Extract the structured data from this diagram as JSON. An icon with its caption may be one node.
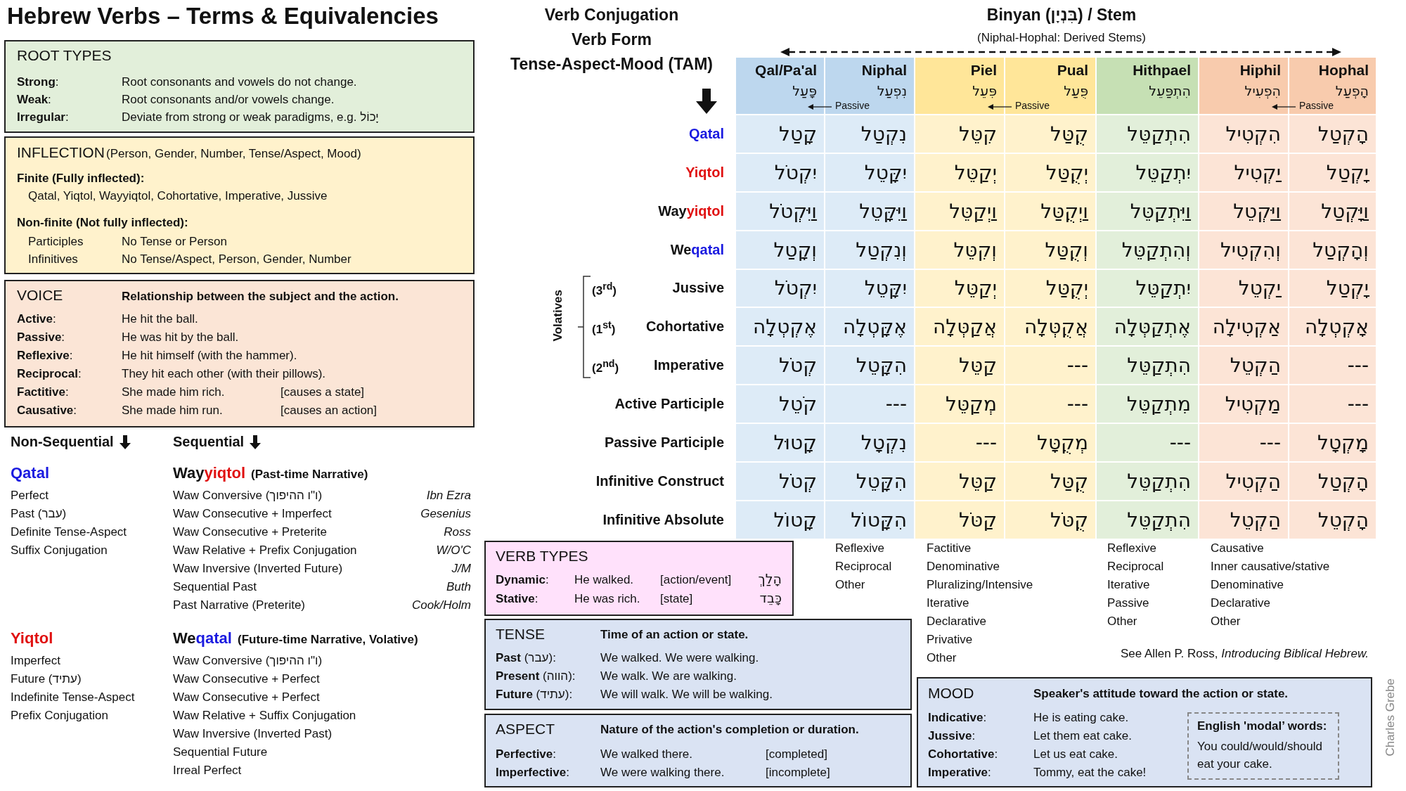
{
  "diagram": {
    "title": "Hebrew Verbs – Terms & Equivalencies",
    "nodes": [
      {
        "text": [
          "ROOT TYPES",
          "**Strong**:",
          "Root consonants and vowels do not change.",
          "**Weak**:",
          "Root consonants and/or vowels change.",
          "**Irregular**:",
          "Deviate from strong or weak paradigms, e.g. יָכוֹל"
        ]
      },
      {
        "text": [
          "INFLECTION",
          "(Person, Gender, Number, Tense/Aspect, Mood)",
          "Finite (Fully inflected):",
          "Qatal, Yiqtol, Wayyiqtol, Cohortative, Imperative, Jussive",
          "Non-finite (Not fully inflected):",
          "Participles",
          "No Tense or Person",
          "Infinitives",
          "No Tense/Aspect, Person, Gender, Number"
        ]
      },
      {
        "text": [
          "VOICE",
          "Relationship between the subject and the action.",
          "**Active**:",
          "He hit the ball.",
          "**Passive**:",
          "He was hit by the ball.",
          "**Reflexive**:",
          "He hit himself (with the hammer).",
          "**Reciprocal**:",
          "They hit each other (with their pillows).",
          "**Factitive**:",
          "She made him rich.",
          "[causes a state]",
          "**Causative**:",
          "She made him run.",
          "[causes an action]"
        ]
      },
      {
        "text": [
          "VERB TYPES",
          "**Dynamic**:",
          "He walked.",
          "[action/event]",
          "הָלַךְ",
          "**Stative**:",
          "He was rich.",
          "[state]",
          "כָּבֵד"
        ]
      },
      {
        "text": [
          "TENSE",
          "Time of an action or state.",
          "**Past** (עבר):",
          "We walked. We were walking.",
          "**Present** (הווה):",
          "We walk. We are walking.",
          "**Future** (עתיד):",
          "We will walk. We will be walking."
        ]
      },
      {
        "text": [
          "ASPECT",
          "Nature of the action's completion or duration.",
          "**Perfective**:",
          "We walked there.",
          "[completed]",
          "**Imperfective**:",
          "We were walking there.",
          "[incomplete]"
        ]
      },
      {
        "text": [
          "MOOD",
          "Speaker's attitude toward the action or state.",
          "**Indicative**:",
          "He is eating cake.",
          "**Jussive**:",
          "Let them eat cake.",
          "**Cohortative**:",
          "Let us eat cake.",
          "**Imperative**:",
          "Tommy, eat the cake!"
        ]
      },
      {
        "text": [
          "English 'modal’ words:",
          "You could/would/should eat your cake."
        ],
        "in": 6
      }
    ],
    "labels": [
      "Non-Sequential",
      "Sequential",
      "Qatal",
      "Perfect",
      "Past (עבר)",
      "Definite Tense-Aspect",
      "Suffix Conjugation",
      "Wayyiqtol",
      "(Past-time Narrative)",
      "Waw Conversive (ו\"ו ההיפוך)",
      "Ibn Ezra",
      "Waw Consecutive + Imperfect",
      "Gesenius",
      "Waw Consecutive + Preterite",
      "Ross",
      "Waw Relative + Prefix Conjugation",
      "W/O'C",
      "Waw Inversive (Inverted Future)",
      "J/M",
      "Sequential Past",
      "Buth",
      "Past Narrative (Preterite)",
      "Cook/Holm",
      "Yiqtol",
      "Imperfect",
      "Future (עתיד)",
      "Indefinite Tense-Aspect",
      "Prefix Conjugation",
      "Weqatal",
      "(Future-time Narrative, Volative)",
      "Waw Conversive (ו\"ו ההיפוך)",
      "Waw Consecutive + Perfect",
      "Waw Consecutive + Perfect",
      "Waw Relative + Suffix Conjugation",
      "Waw Inversive (Inverted Past)",
      "Sequential Future",
      "Irreal Perfect",
      "Verb Conjugation",
      "Verb Form",
      "Tense-Aspect-Mood (TAM)",
      "Binyan (בִּנְיָן) / Stem",
      "(Niphal-Hophal: Derived Stems)",
      "Qal/Pa'al",
      "פָּעַל",
      "Niphal",
      "נִפְעַל",
      "Passive",
      "Piel",
      "פִּעֵל",
      "Pual",
      "פֻּעַל",
      "Passive",
      "Hithpael",
      "הִתְפַּעֵל",
      "Hiphil",
      "הִפְעִיל",
      "Hophal",
      "הָפְעַל",
      "Passive",
      "Volatives",
      "Qatal",
      "קָטַל",
      "נִקְטַל",
      "קִטֵּל",
      "קֻטַּל",
      "הִתְקַטֵּל",
      "הִקְטִיל",
      "הָקְטַל",
      "Yiqtol",
      "יִקְטֹל",
      "יִקָּטֵל",
      "יְקַטֵּל",
      "יְקֻטַּל",
      "יִתְקַטֵּל",
      "יַקְטִיל",
      "יָקְטַל",
      "Wayyiqtol",
      "וַיִּקְטֹל",
      "וַיִּקָּטֵל",
      "וַיְקַטֵּל",
      "וַיְקֻטַּל",
      "וַיִּתְקַטֵּל",
      "וַיַּקְטֵל",
      "וַיָּקְטַל",
      "Weqatal",
      "וְקָטַל",
      "וְנִקְטַל",
      "וְקִטֵּל",
      "וְקֻטַּל",
      "וְהִתְקַטֵּל",
      "וְהִקְטִיל",
      "וְהָקְטַל",
      "(3$^{rd}$)",
      "Jussive",
      "יִקְטֹל",
      "יִקָּטֵל",
      "יְקַטֵּל",
      "יְקֻטַּל",
      "יִתְקַטֵּל",
      "יַקְטֵל",
      "יָקְטַל",
      "(1$^{st}$)",
      "Cohortative",
      "אֶקְטְלָה",
      "אֶקָּטְלָה",
      "אֲקַטְּלָה",
      "אֲקֻטְּלָה",
      "אֶתְקַטְּלָה",
      "אַקְטִילָה",
      "אָקְטְלָה",
      "(2$^{nd}$)",
      "Imperative",
      "קְטֹל",
      "הִקָּטֵל",
      "קַטֵּל",
      "---",
      "הִתְקַטֵּל",
      "הַקְטֵל",
      "---",
      "Active Participle",
      "קֹטֵל",
      "---",
      "מְקַטֵּל",
      "---",
      "מִתְקַטֵּל",
      "מַקְטִיל",
      "---",
      "Passive Participle",
      "קָטוּל",
      "נִקְטָל",
      "---",
      "מְקֻטָּל",
      "---",
      "---",
      "מָקְטָל",
      "Infinitive Construct",
      "קְטֹל",
      "הִקָּטֵל",
      "קַטֵּל",
      "קֻטַּל",
      "הִתְקַטֵּל",
      "הַקְטִיל",
      "הָקְטַל",
      "Infinitive Absolute",
      "קָטוֹל",
      "הִקָּטוֹל",
      "קַטֹּל",
      "קֻטֹּל",
      "הִתְקַטֵּל",
      "הַקְטֵל",
      "הָקְטֵל",
      "Reflexive",
      "Reciprocal",
      "Other",
      "Factitive",
      "Denominative",
      "Pluralizing/Intensive",
      "Iterative",
      "Declarative",
      "Privative",
      "Other",
      "Reflexive",
      "Reciprocal",
      "Iterative",
      "Passive",
      "Other",
      "Causative",
      "Inner causative/stative",
      "Denominative",
      "Declarative",
      "Other",
      "See Allen P. Ross, *Introducing Biblical Hebrew.*",
      "Charles Grebe"
    ]
  }
}
